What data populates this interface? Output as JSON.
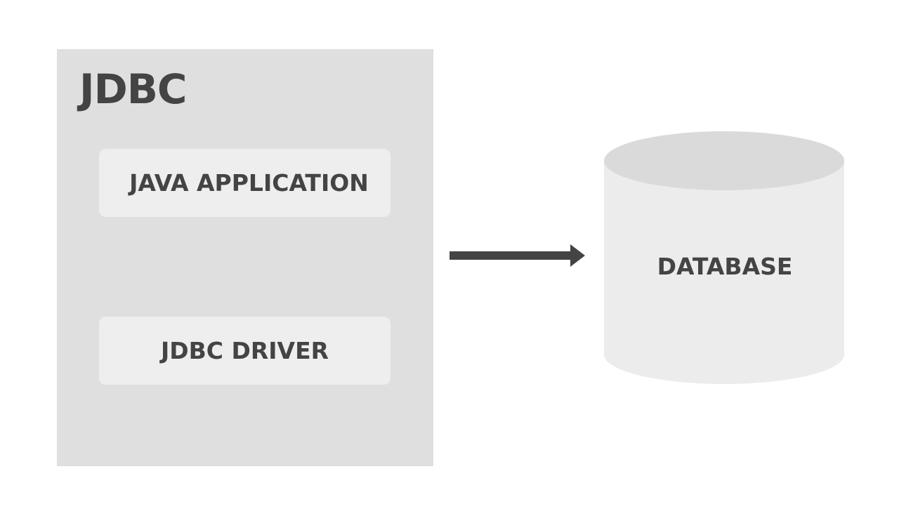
{
  "diagram": {
    "container_title": "JDBC",
    "nodes": {
      "java_application": "JAVA APPLICATION",
      "jdbc_driver": "JDBC DRIVER",
      "database": "DATABASE"
    },
    "edges": [
      {
        "from": "jdbc_container",
        "to": "database",
        "style": "arrow"
      }
    ],
    "colors": {
      "container_fill": "#dfdfdf",
      "inner_box_fill": "#eeeeee",
      "database_body": "#ececec",
      "database_top": "#dadada",
      "text": "#444444",
      "arrow": "#444444"
    }
  }
}
